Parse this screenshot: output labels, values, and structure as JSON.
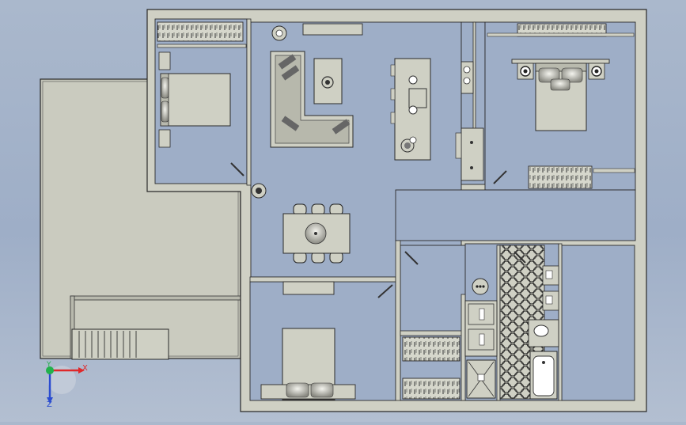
{
  "viewport": {
    "background_top": "#aab8cc",
    "background_bottom": "#b3bfd1",
    "wall_fill": "#cfd0c4",
    "floor_fill": "#9eaec7",
    "furniture_fill": "#cfd0c4",
    "deck_fill": "#c3c4b8",
    "line_color": "#2a2a2a"
  },
  "axis_triad": {
    "x_label": "X",
    "y_label": "Y",
    "z_label": "Z",
    "x_color": "#e0282a",
    "y_color": "#22b14c",
    "z_color": "#2a4cd0"
  },
  "furniture": {
    "icons": [
      "bed-icon",
      "sofa-icon",
      "dining-table-icon",
      "toilet-icon",
      "bathtub-icon",
      "shower-icon",
      "sink-icon",
      "stove-icon",
      "lamp-icon",
      "wardrobe-icon",
      "stairs-icon",
      "door-swing-icon"
    ]
  }
}
